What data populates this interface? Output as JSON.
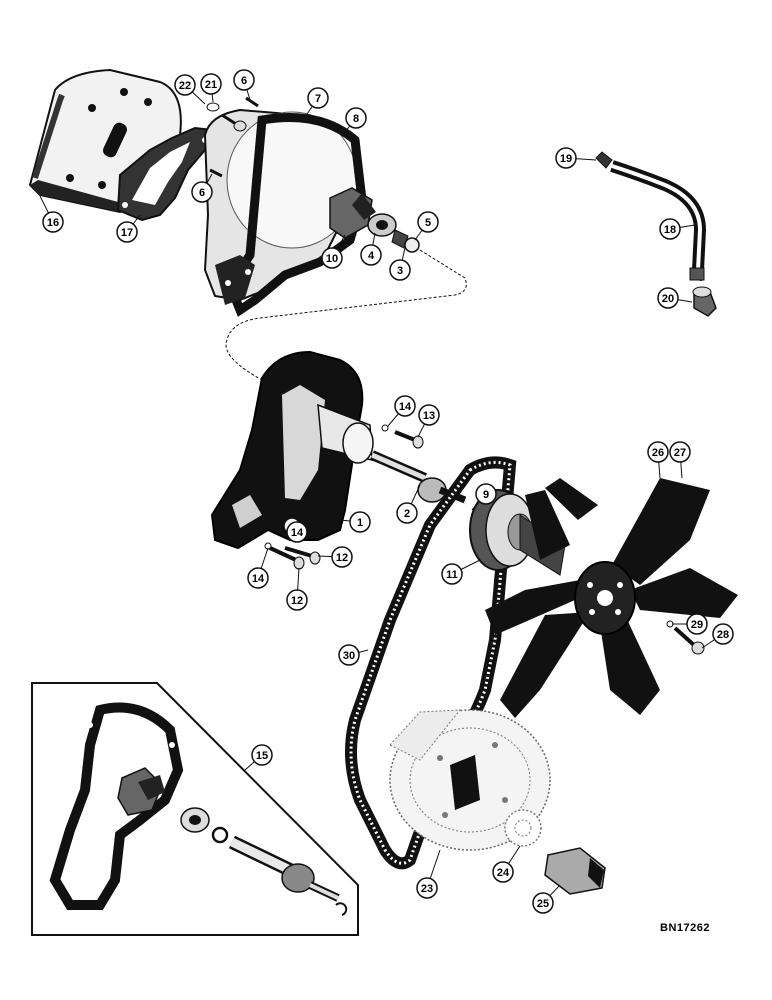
{
  "diagram": {
    "reference_code": "BN17262",
    "callouts": [
      "1",
      "2",
      "3",
      "4",
      "5",
      "6",
      "6",
      "7",
      "8",
      "9",
      "10",
      "11",
      "12",
      "12",
      "13",
      "14",
      "14",
      "14",
      "15",
      "16",
      "17",
      "18",
      "19",
      "20",
      "21",
      "22",
      "23",
      "24",
      "25",
      "26",
      "27",
      "28",
      "29",
      "30"
    ]
  },
  "colors": {
    "ink": "#111111",
    "paper": "#ffffff",
    "shade": "#6b6b6b",
    "light": "#d9d9d9"
  }
}
